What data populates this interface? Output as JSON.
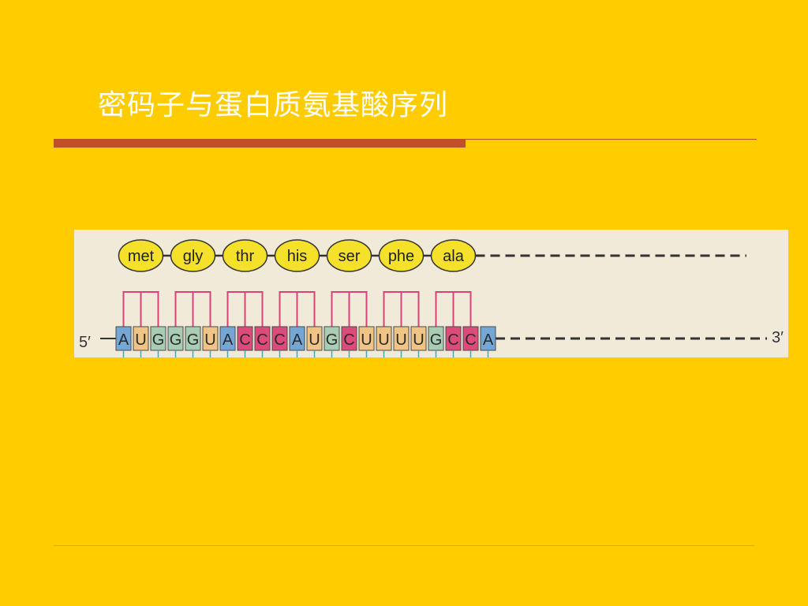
{
  "slide": {
    "title": "密码子与蛋白质氨基酸序列"
  },
  "diagram": {
    "five_prime_label": "5′",
    "three_prime_label": "3′",
    "amino_acids": [
      "met",
      "gly",
      "thr",
      "his",
      "ser",
      "phe",
      "ala"
    ],
    "bases": [
      "A",
      "U",
      "G",
      "G",
      "G",
      "U",
      "A",
      "C",
      "C",
      "C",
      "A",
      "U",
      "G",
      "C",
      "U",
      "U",
      "U",
      "U",
      "G",
      "C",
      "C",
      "A"
    ],
    "base_colors": {
      "A": "#74a6d6",
      "U": "#efc484",
      "G": "#a8cdb4",
      "C": "#dc4b7a"
    },
    "amino_acid_fill": "#f5e02a",
    "bracket_color": "#d6437a"
  }
}
